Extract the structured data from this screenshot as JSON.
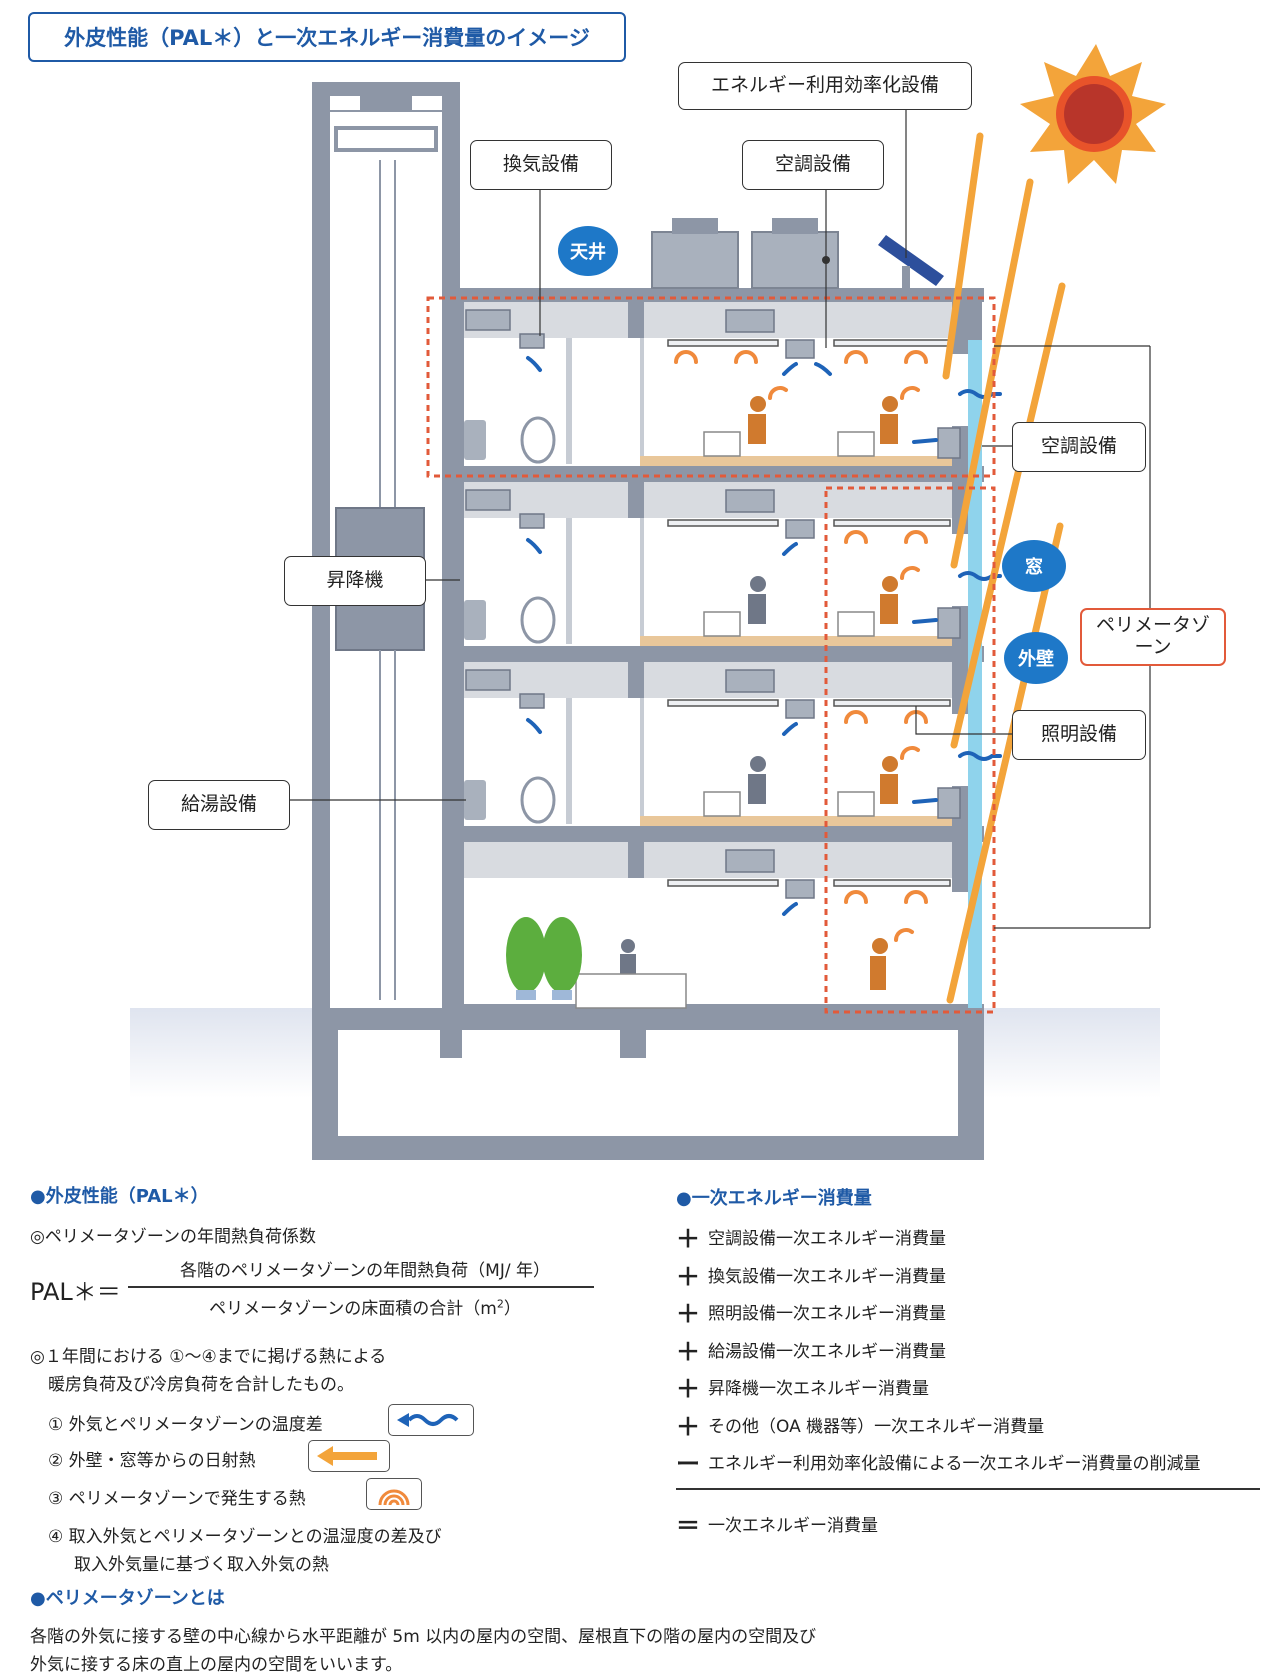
{
  "title": "外皮性能（PAL＊）と一次エネルギー消費量のイメージ",
  "labels": {
    "efficiency_equipment": "エネルギー利用効率化設備",
    "ventilation": "換気設備",
    "air_conditioning_top": "空調設備",
    "air_conditioning_side": "空調設備",
    "elevator": "昇降機",
    "hot_water": "給湯設備",
    "lighting": "照明設備",
    "perimeter_zone": "ペリメータゾーン"
  },
  "bubbles": {
    "ceiling": "天井",
    "window": "窓",
    "outer_wall": "外壁"
  },
  "pal": {
    "heading": "●外皮性能（PAL＊）",
    "subtitle": "◎ペリメータゾーンの年間熱負荷係数",
    "formula_lhs": "PAL＊＝",
    "numerator": "各階のペリメータゾーンの年間熱負荷（MJ/ 年）",
    "denominator": "ペリメータゾーンの床面積の合計（m",
    "denominator_sup": "2",
    "denominator_end": "）",
    "note_line1": "◎１年間における ①〜④までに掲げる熱による",
    "note_line2": "暖房負荷及び冷房負荷を合計したもの。",
    "items": [
      "① 外気とペリメータゾーンの温度差",
      "② 外壁・窓等からの日射熱",
      "③ ペリメータゾーンで発生する熱",
      "④ 取入外気とペリメータゾーンとの温湿度の差及び"
    ],
    "item4_cont": "取入外気量に基づく取入外気の熱"
  },
  "primary": {
    "heading": "●一次エネルギー消費量",
    "items": [
      {
        "sign": "＋",
        "text": "空調設備一次エネルギー消費量"
      },
      {
        "sign": "＋",
        "text": "換気設備一次エネルギー消費量"
      },
      {
        "sign": "＋",
        "text": "照明設備一次エネルギー消費量"
      },
      {
        "sign": "＋",
        "text": "給湯設備一次エネルギー消費量"
      },
      {
        "sign": "＋",
        "text": "昇降機一次エネルギー消費量"
      },
      {
        "sign": "＋",
        "text": "その他（OA 機器等）一次エネルギー消費量"
      },
      {
        "sign": "ー",
        "text": "エネルギー利用効率化設備による一次エネルギー消費量の削減量"
      }
    ],
    "total_sign": "＝",
    "total_text": "一次エネルギー消費量"
  },
  "perimeter_def": {
    "heading": "●ペリメータゾーンとは",
    "line1": "各階の外気に接する壁の中心線から水平距離が 5m 以内の屋内の空間、屋根直下の階の屋内の空間及び",
    "line2": "外気に接する床の直上の屋内の空間をいいます。"
  },
  "colors": {
    "accent_blue": "#1f5aa6",
    "bubble_blue": "#1e78c8",
    "building_gray": "#8d96a6",
    "perimeter_red": "#e25a3a",
    "sun_orange": "#f3a43a",
    "heat_orange": "#f08a3c"
  }
}
